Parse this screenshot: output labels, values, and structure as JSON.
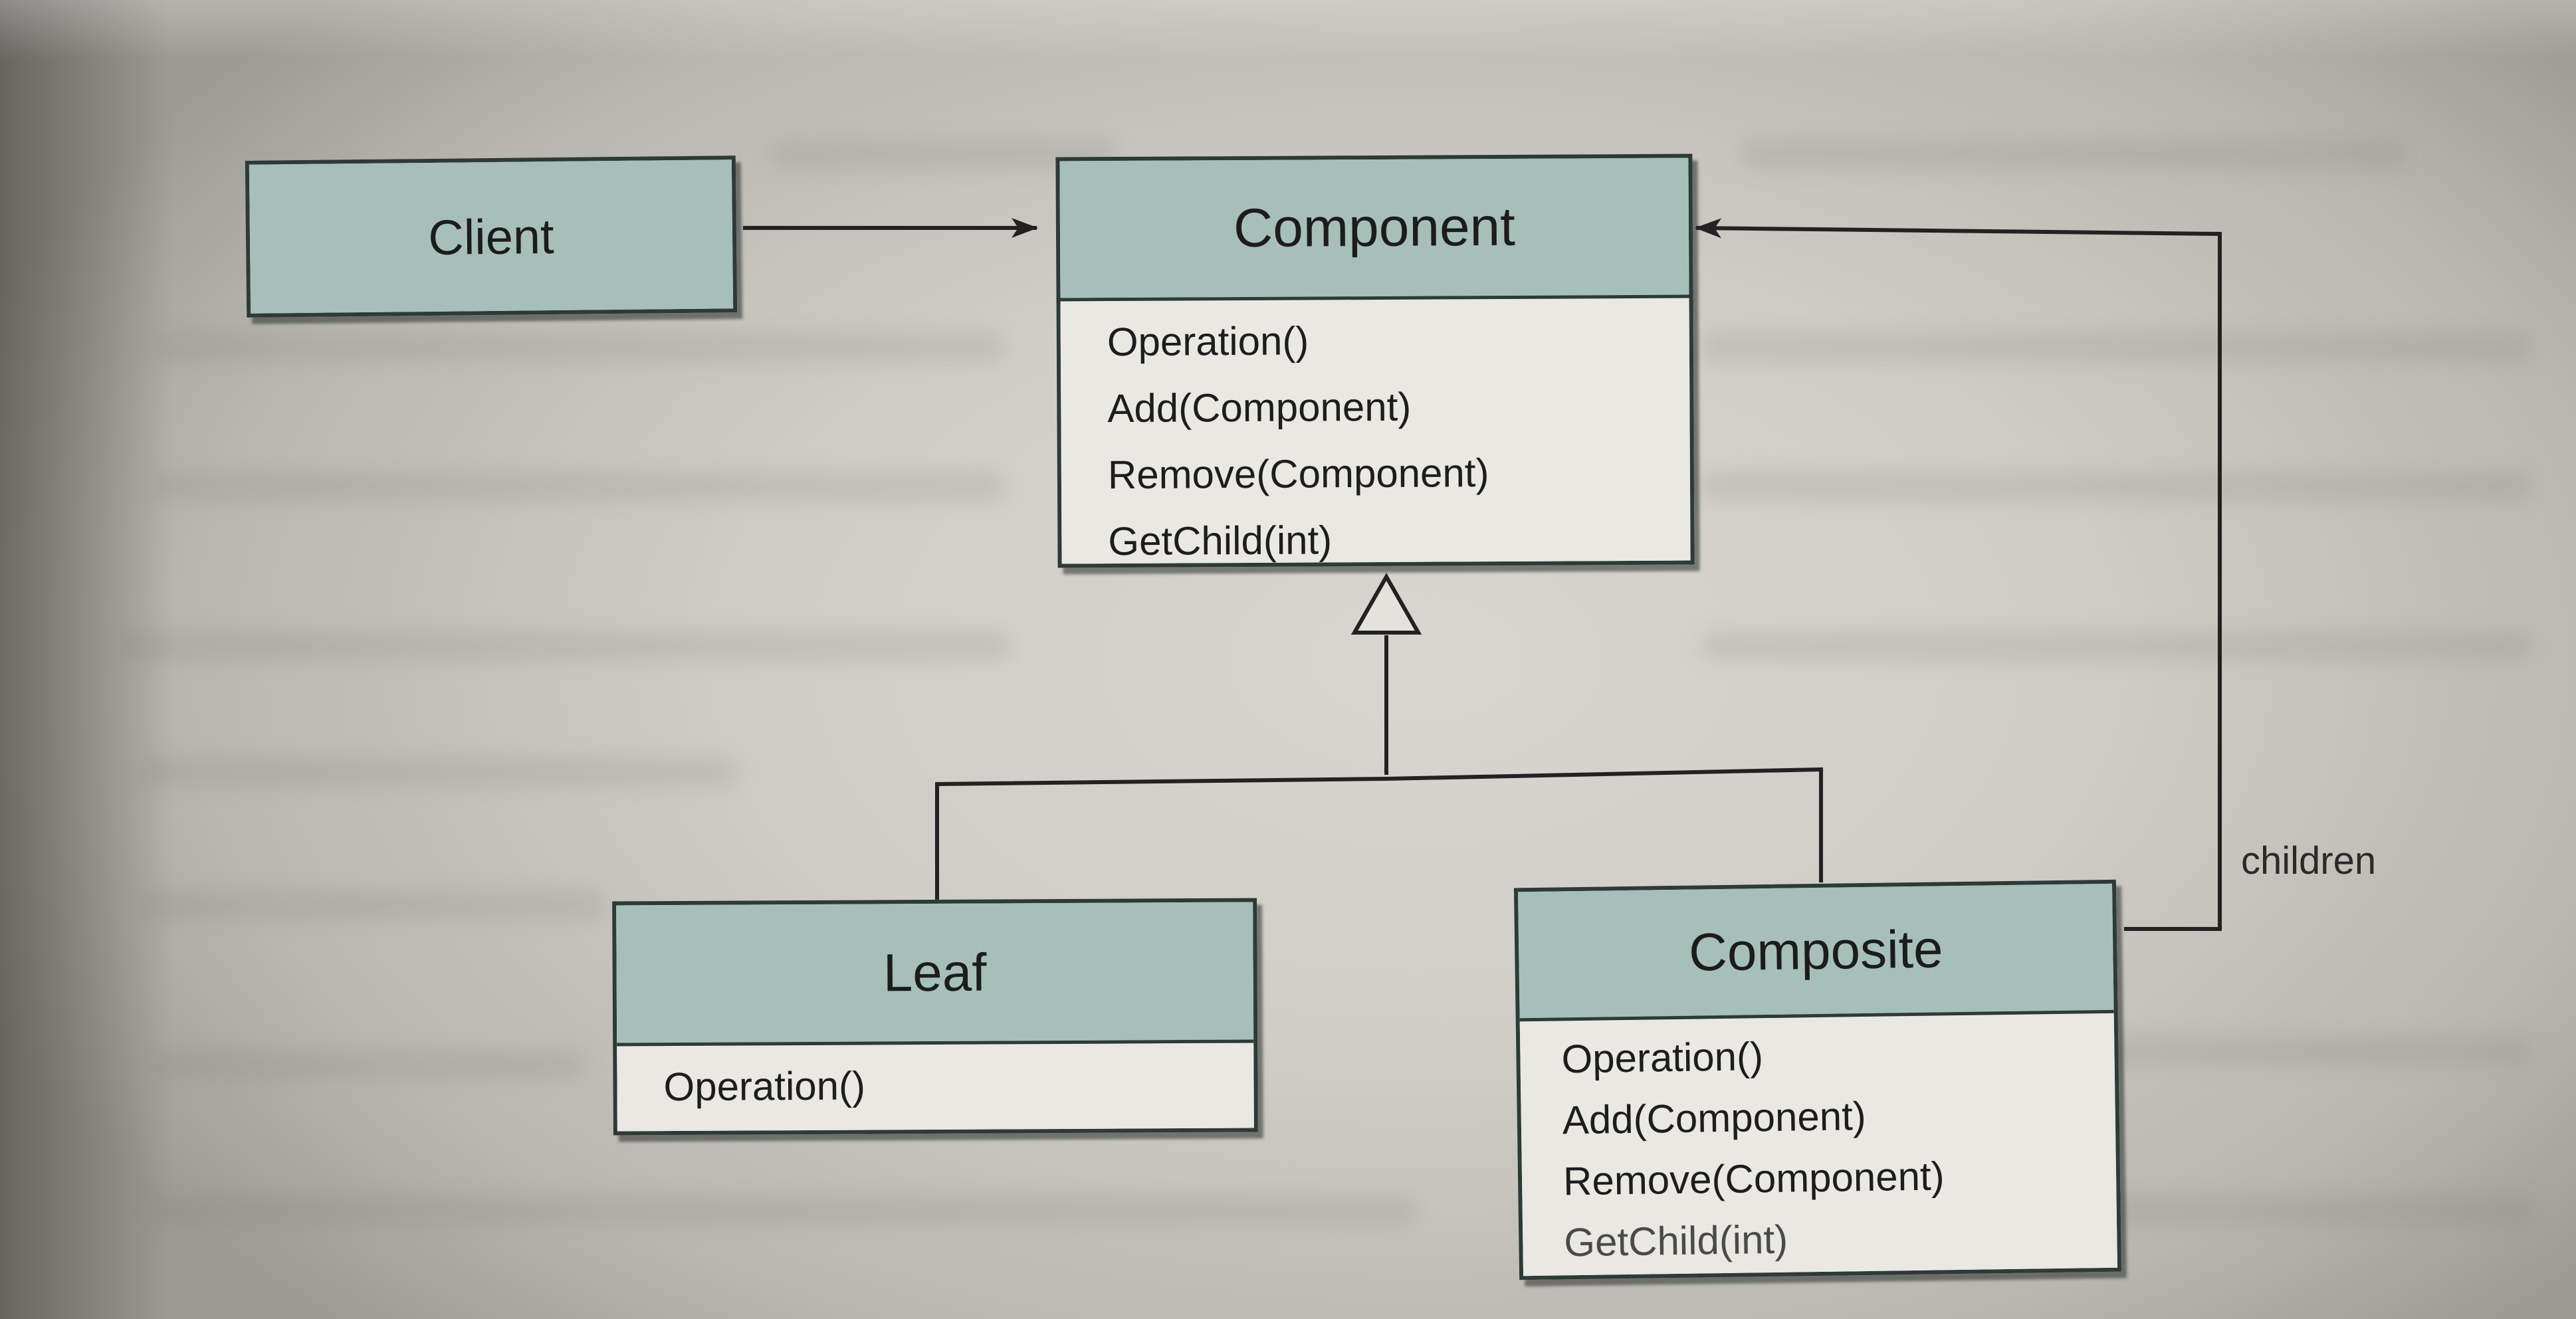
{
  "diagram": {
    "client": {
      "name": "Client"
    },
    "component": {
      "name": "Component",
      "operations": [
        "Operation()",
        "Add(Component)",
        "Remove(Component)",
        "GetChild(int)"
      ]
    },
    "leaf": {
      "name": "Leaf",
      "operations": [
        "Operation()"
      ]
    },
    "composite": {
      "name": "Composite",
      "operations": [
        "Operation()",
        "Add(Component)",
        "Remove(Component)",
        "GetChild(int)"
      ]
    },
    "relationship_label": "children"
  },
  "colors": {
    "header_fill": "#a7bfb9",
    "border": "#2d3a38",
    "line": "#2a2a2a"
  }
}
